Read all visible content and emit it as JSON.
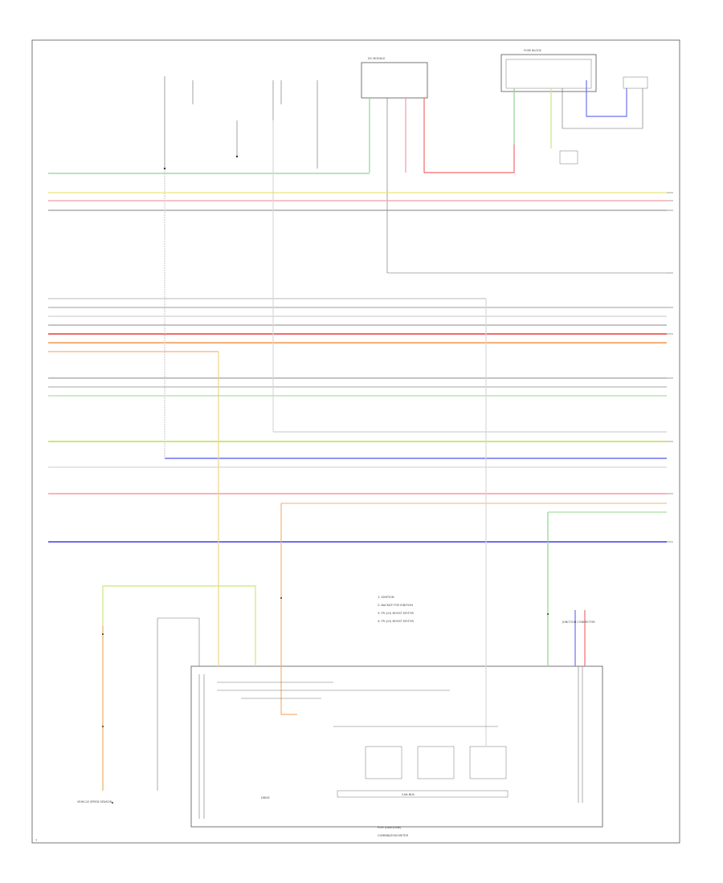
{
  "diagram": {
    "notes": [
      "1: IGNITION",
      "2: BACKUP FOR IGNITION",
      "3: FR (LH) BOOST MOTOR",
      "4: FR (LH) BOOST MOTOR"
    ],
    "component_labels": {
      "main_control_unit": "PCM (GASOLINE)",
      "bottom_title": "COMBINATION METER",
      "top_relay_box": "DC MODULE",
      "fuse_block": "FUSE BLOCK",
      "junction_right": "JUNCTION CONNECTOR",
      "bottom_left_sensor": "VEHICLE SPEED SENSOR",
      "drive_label": "DRIVE",
      "inner_bus": "CAN BUS",
      "corner_code": "7"
    },
    "colors": {
      "green": "#8fd48f",
      "yellow": "#e8e87a",
      "pink": "#f59aa8",
      "gray": "#9a9a9a",
      "lightgray": "#c8c8c8",
      "red": "#f26a6a",
      "orange": "#f5b07a",
      "blue": "#6e6ef0",
      "lime": "#c8e87a",
      "black": "#444444"
    }
  }
}
